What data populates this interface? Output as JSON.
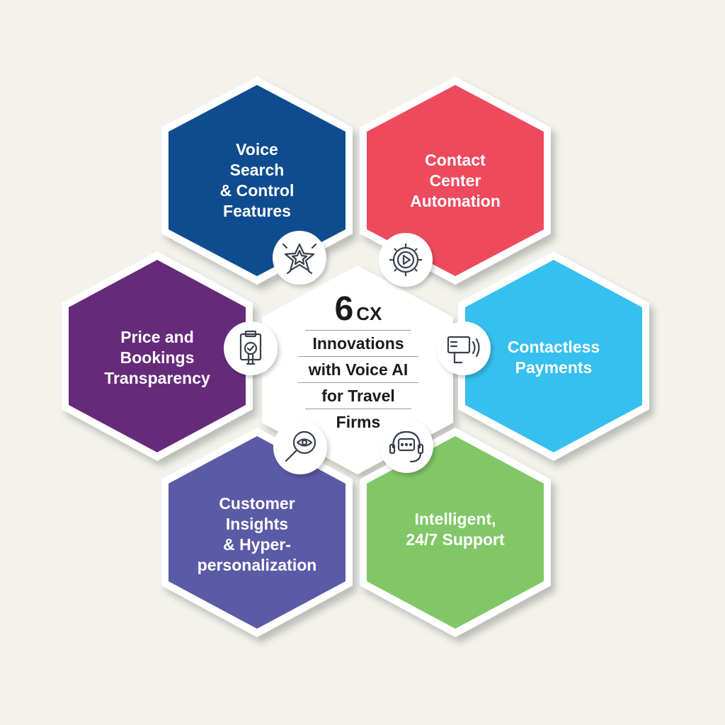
{
  "center": {
    "number": "6",
    "cx": "CX",
    "lines": [
      "Innovations",
      "with Voice AI",
      "for Travel",
      "Firms"
    ]
  },
  "segments": [
    {
      "label": "Voice\nSearch\n& Control\nFeatures",
      "color": "#0f4c8f",
      "icon": "star-badge-icon"
    },
    {
      "label": "Contact\nCenter\nAutomation",
      "color": "#ee4a5e",
      "icon": "gear-play-icon"
    },
    {
      "label": "Contactless\nPayments",
      "color": "#36c0ef",
      "icon": "contactless-card-icon"
    },
    {
      "label": "Intelligent,\n24/7 Support",
      "color": "#81c767",
      "icon": "headset-chat-icon"
    },
    {
      "label": "Customer\nInsights\n& Hyper-\npersonalization",
      "color": "#5b5aa6",
      "icon": "magnifier-eye-icon"
    },
    {
      "label": "Price and\nBookings\nTransparency",
      "color": "#652b7a",
      "icon": "clipboard-check-icon"
    }
  ]
}
